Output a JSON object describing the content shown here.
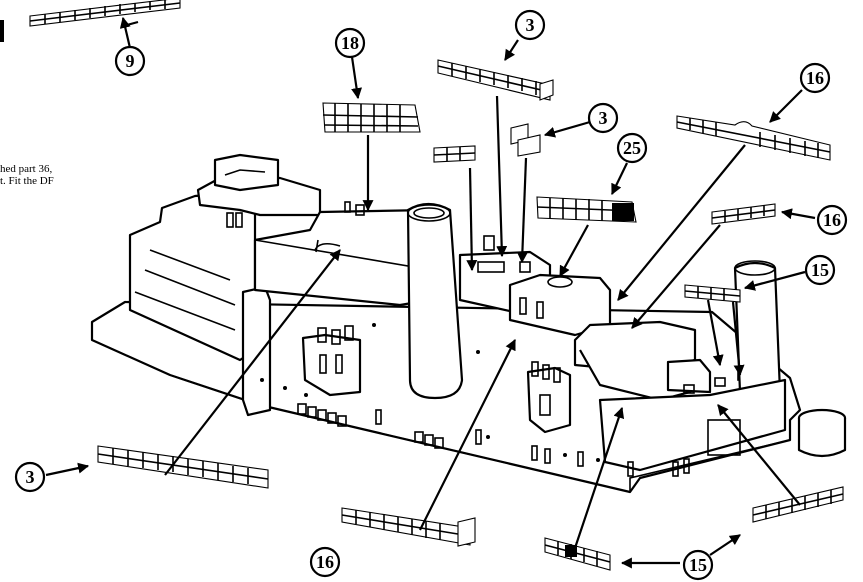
{
  "note": {
    "line1": "hed part 36,",
    "line2": "t. Fit the DF"
  },
  "callouts": [
    {
      "id": "c9",
      "label": "9"
    },
    {
      "id": "c18",
      "label": "18"
    },
    {
      "id": "c3a",
      "label": "3"
    },
    {
      "id": "c3b",
      "label": "3"
    },
    {
      "id": "c25",
      "label": "25"
    },
    {
      "id": "c16a",
      "label": "16"
    },
    {
      "id": "c16b",
      "label": "16"
    },
    {
      "id": "c15a",
      "label": "15"
    },
    {
      "id": "c3c",
      "label": "3"
    },
    {
      "id": "c16c",
      "label": "16"
    },
    {
      "id": "c15b",
      "label": "15"
    }
  ]
}
